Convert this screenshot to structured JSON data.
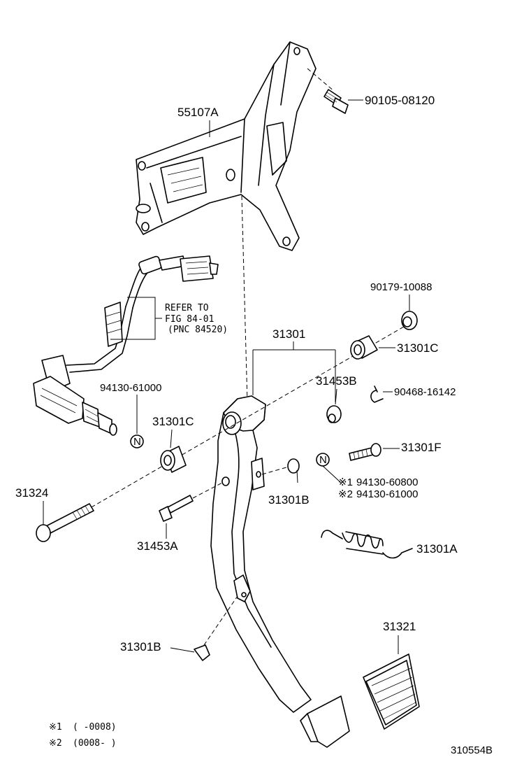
{
  "diagram": {
    "parts": {
      "p55107A": "55107A",
      "p90105": "90105-08120",
      "p90179": "90179-10088",
      "p31301": "31301",
      "p31301C_a": "31301C",
      "p31453B": "31453B",
      "p90468": "90468-16142",
      "p94130_61000": "94130-61000",
      "p31301C_b": "31301C",
      "p31301F": "31301F",
      "p94130_60800": "94130-60800",
      "p94130_61000b": "94130-61000",
      "p31324": "31324",
      "p31301B_a": "31301B",
      "p31453A": "31453A",
      "p31301A": "31301A",
      "p31321": "31321",
      "p31301B_b": "31301B"
    },
    "refer": {
      "line1": "REFER TO",
      "line2": "FIG 84-01",
      "line3": "(PNC 84520)"
    },
    "markers": {
      "n_symbol": "N",
      "star1": "※1",
      "star2": "※2"
    },
    "notes": {
      "note1_mark": "※1",
      "note1_text": "(      -0008)",
      "note2_mark": "※2",
      "note2_text": "(0008-      )"
    },
    "figure_id": "310554B"
  }
}
